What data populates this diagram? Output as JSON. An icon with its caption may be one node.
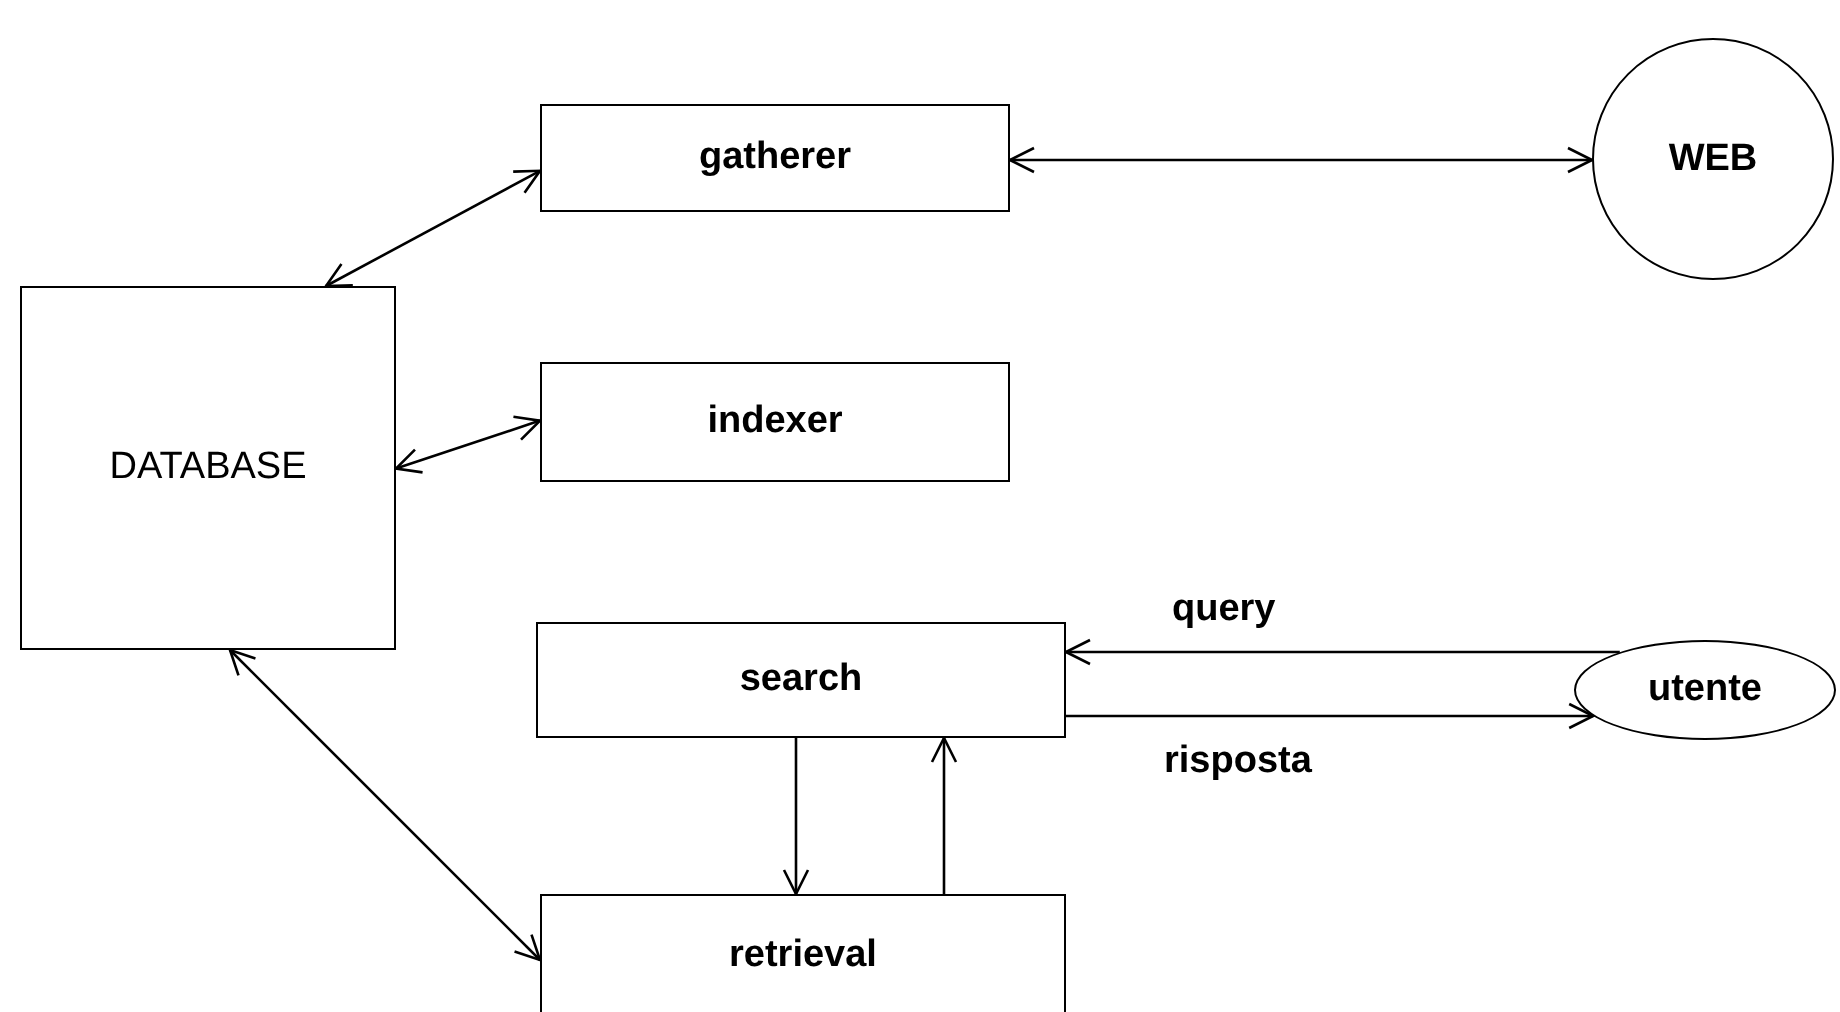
{
  "diagram": {
    "nodes": [
      {
        "text": [
          "DATABASE"
        ]
      },
      {
        "text": [
          "gatherer"
        ]
      },
      {
        "text": [
          "WEB"
        ]
      },
      {
        "text": [
          "indexer"
        ]
      },
      {
        "text": [
          "search"
        ]
      },
      {
        "text": [
          "utente"
        ]
      },
      {
        "text": [
          "retrieval"
        ]
      }
    ],
    "edges": [
      {
        "from": 0,
        "to": 1,
        "arrow": "both"
      },
      {
        "from": 1,
        "to": 2,
        "arrow": "both"
      },
      {
        "from": 0,
        "to": 3,
        "arrow": "both"
      },
      {
        "from": 5,
        "to": 4,
        "arrow": "to",
        "label": "query"
      },
      {
        "from": 4,
        "to": 5,
        "arrow": "to",
        "label": "risposta"
      },
      {
        "from": 4,
        "to": 6,
        "arrow": "to"
      },
      {
        "from": 6,
        "to": 4,
        "arrow": "to"
      },
      {
        "from": 0,
        "to": 6,
        "arrow": "both"
      }
    ]
  }
}
